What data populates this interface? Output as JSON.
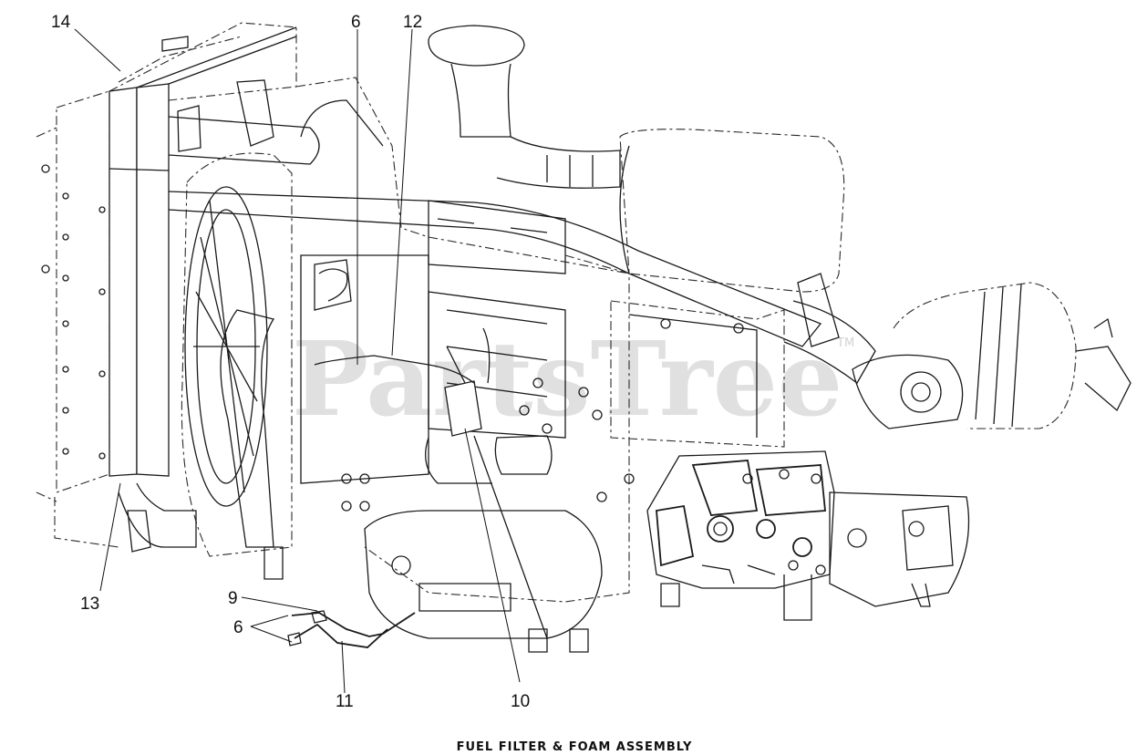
{
  "diagram": {
    "caption": "FUEL FILTER & FOAM ASSEMBLY",
    "watermark": "PartsTree",
    "watermark_mark": "TM",
    "callouts": {
      "c14": "14",
      "c6_top": "6",
      "c12": "12",
      "c13": "13",
      "c9": "9",
      "c6_bottom": "6",
      "c11": "11",
      "c10": "10"
    }
  }
}
